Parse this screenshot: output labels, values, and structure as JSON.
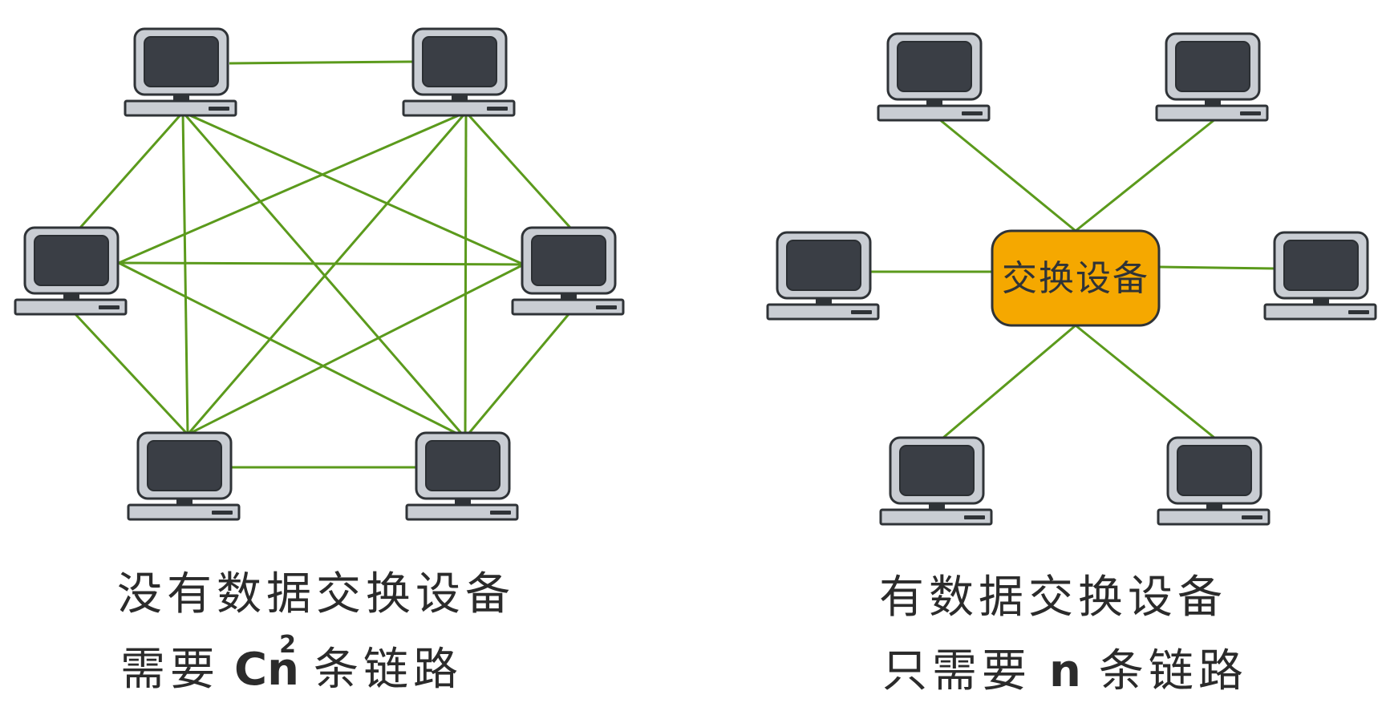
{
  "left": {
    "caption_line1": "没有数据交换设备",
    "caption_prefix": "需要",
    "formula_base": "Cn",
    "formula_sup": "2",
    "caption_suffix": "条链路"
  },
  "right": {
    "switch_label": "交换设备",
    "caption_line1": "有数据交换设备",
    "caption_prefix": "只需要",
    "caption_var": "n",
    "caption_suffix": "条链路"
  },
  "colors": {
    "link": "#5b9a1c",
    "switch_fill": "#f5a800",
    "computer_body": "#c9cdd3",
    "computer_screen": "#3a3e45"
  }
}
